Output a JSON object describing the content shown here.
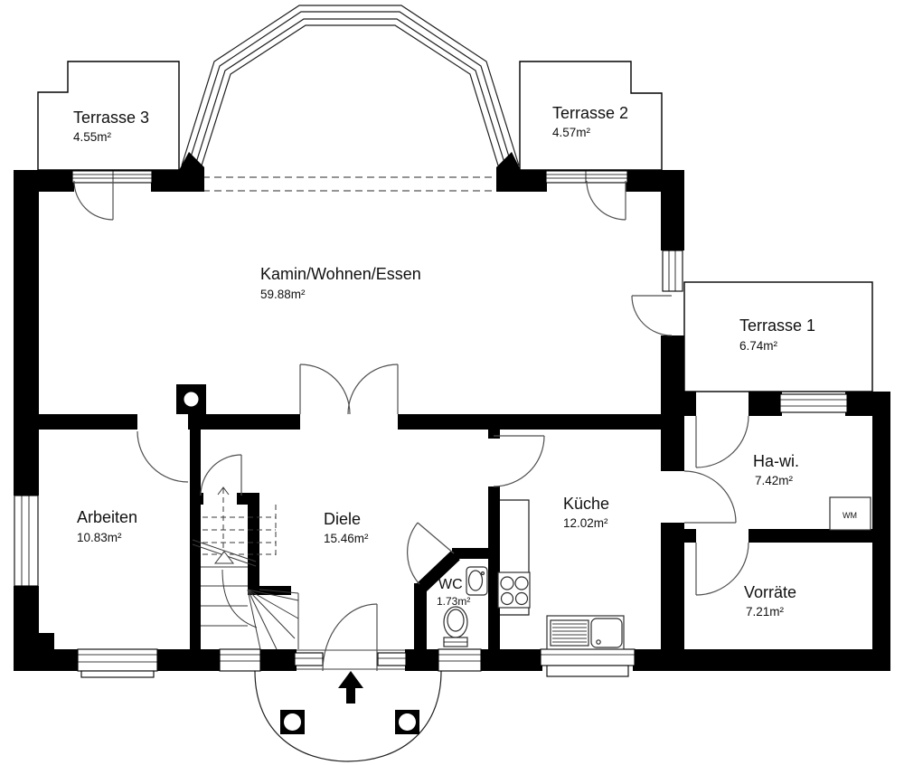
{
  "plan": {
    "rooms": [
      {
        "id": "kamin",
        "name": "Kamin/Wohnen/Essen",
        "area": "59.88m²"
      },
      {
        "id": "terrasse3",
        "name": "Terrasse 3",
        "area": "4.55m²"
      },
      {
        "id": "terrasse2",
        "name": "Terrasse 2",
        "area": "4.57m²"
      },
      {
        "id": "terrasse1",
        "name": "Terrasse 1",
        "area": "6.74m²"
      },
      {
        "id": "arbeiten",
        "name": "Arbeiten",
        "area": "10.83m²"
      },
      {
        "id": "diele",
        "name": "Diele",
        "area": "15.46m²"
      },
      {
        "id": "kueche",
        "name": "Küche",
        "area": "12.02m²"
      },
      {
        "id": "wc",
        "name": "WC",
        "area": "1.73m²"
      },
      {
        "id": "hawi",
        "name": "Ha-wi.",
        "area": "7.42m²"
      },
      {
        "id": "vorraete",
        "name": "Vorräte",
        "area": "7.21m²"
      }
    ],
    "labels": {
      "washing_machine": "WM"
    },
    "colors": {
      "wall": "#000000",
      "background": "#ffffff",
      "line": "#4f4f4f"
    }
  }
}
